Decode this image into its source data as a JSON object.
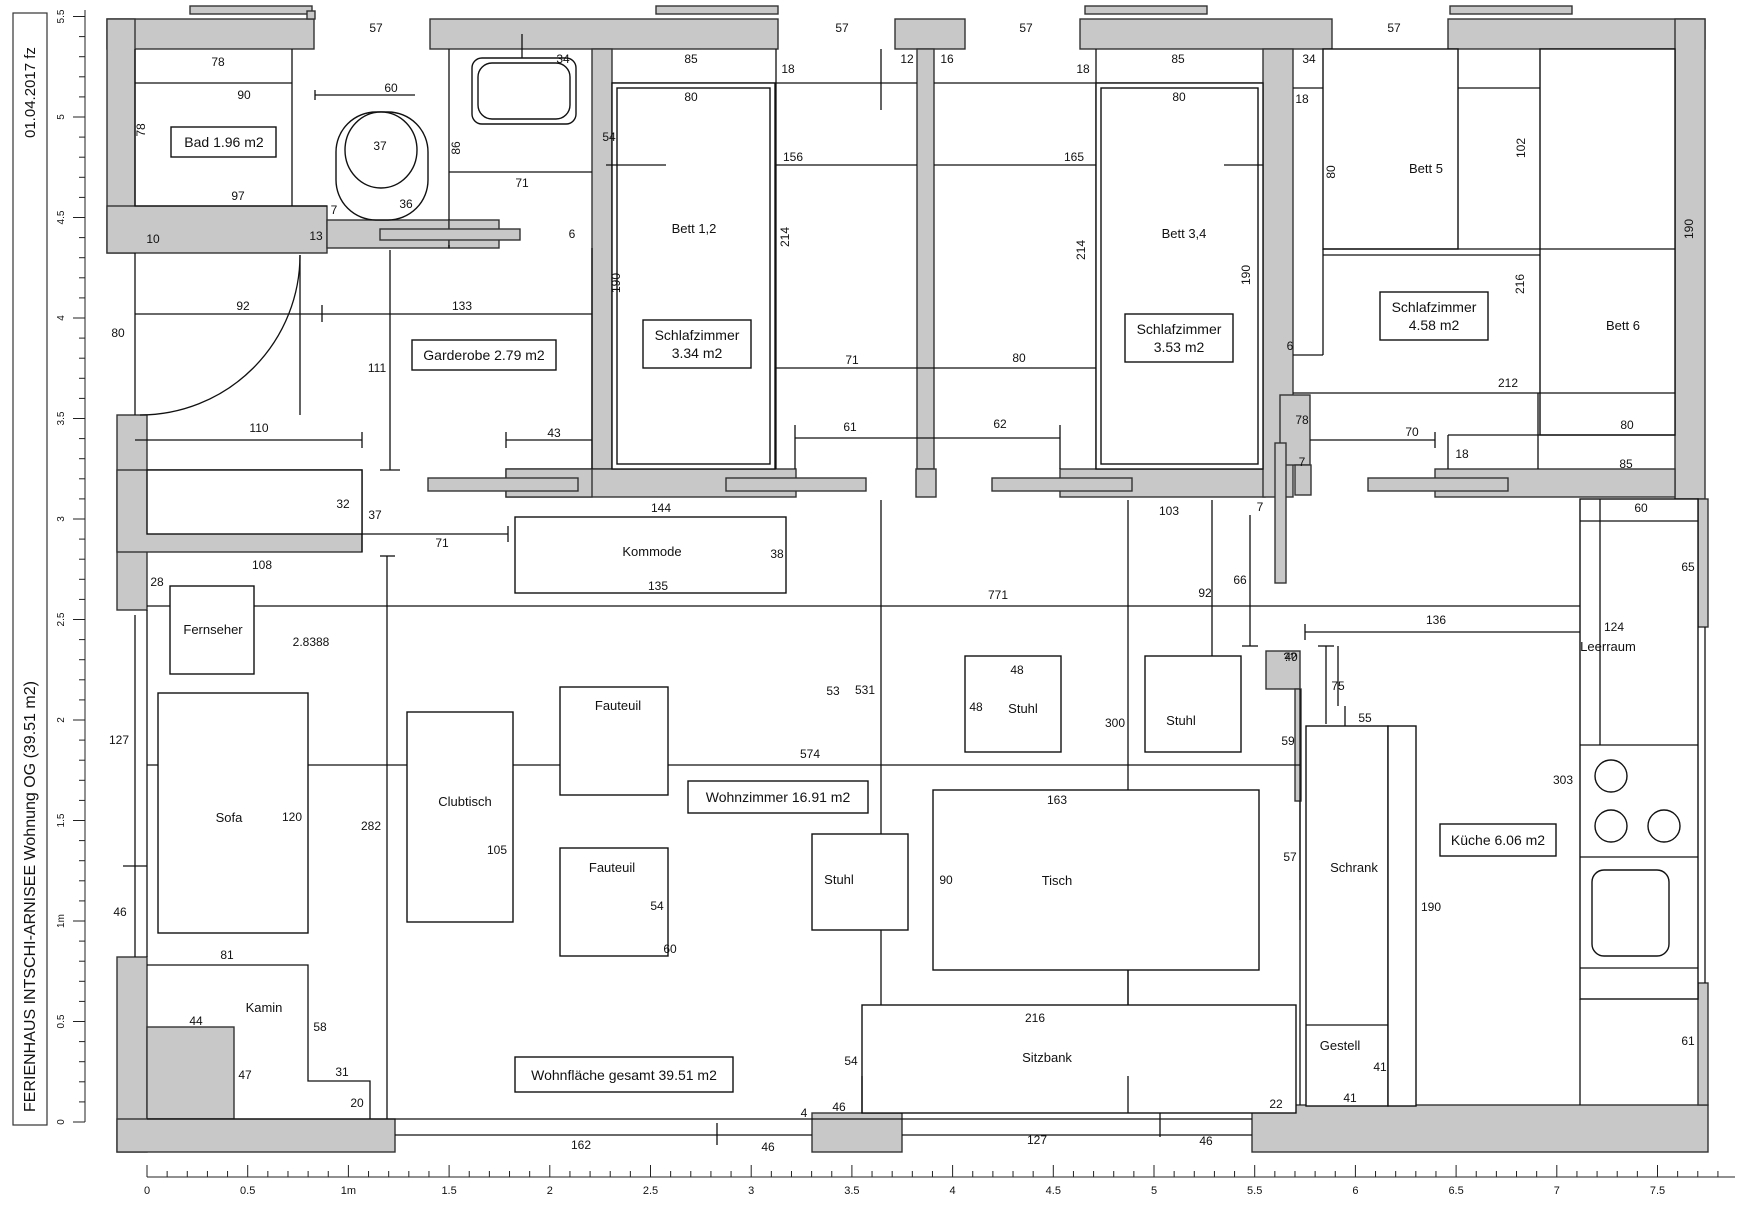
{
  "side_title": "FERIENHAUS INTSCHI-ARNISEE Wohnung OG (39.51 m2)",
  "date_label": "01.04.2017 fz",
  "rooms": {
    "bad": "Bad 1.96 m2",
    "garderobe": "Garderobe 2.79 m2",
    "schlaf1": [
      "Schlafzimmer",
      "3.34 m2"
    ],
    "schlaf2": [
      "Schlafzimmer",
      "3.53 m2"
    ],
    "schlaf3": [
      "Schlafzimmer",
      "4.58 m2"
    ],
    "wohnzimmer": "Wohnzimmer 16.91 m2",
    "kueche": "Küche 6.06 m2",
    "gesamt": "Wohnfläche gesamt 39.51 m2"
  },
  "furniture": {
    "bett12": "Bett 1,2",
    "bett34": "Bett 3,4",
    "bett5": "Bett 5",
    "bett6": "Bett 6",
    "kommode": "Kommode",
    "fernseher": "Fernseher",
    "sofa": "Sofa",
    "clubtisch": "Clubtisch",
    "fauteuil1": "Fauteuil",
    "fauteuil2": "Fauteuil",
    "stuhl1": "Stuhl",
    "stuhl2": "Stuhl",
    "stuhl3": "Stuhl",
    "tisch": "Tisch",
    "sitzbank": "Sitzbank",
    "schrank": "Schrank",
    "gestell": "Gestell",
    "leerraum": "Leerraum",
    "kamin": "Kamin"
  },
  "dimensions": [
    "57",
    "57",
    "57",
    "57",
    "78",
    "90",
    "60",
    "34",
    "85",
    "18",
    "12",
    "16",
    "18",
    "85",
    "34",
    "80",
    "80",
    "18",
    "78",
    "37",
    "54",
    "86",
    "97",
    "7",
    "36",
    "71",
    "156",
    "165",
    "102",
    "80",
    "190",
    "10",
    "13",
    "6",
    "214",
    "214",
    "190",
    "190",
    "216",
    "92",
    "133",
    "80",
    "111",
    "6",
    "71",
    "80",
    "212",
    "110",
    "43",
    "61",
    "62",
    "78",
    "70",
    "80",
    "18",
    "85",
    "7",
    "32",
    "37",
    "144",
    "103",
    "7",
    "60",
    "71",
    "108",
    "38",
    "135",
    "92",
    "66",
    "65",
    "28",
    "771",
    "136",
    "124",
    "2.8388",
    "48",
    "40",
    "75",
    "53",
    "48",
    "531",
    "300",
    "55",
    "127",
    "574",
    "59",
    "303",
    "163",
    "120",
    "282",
    "105",
    "90",
    "57",
    "190",
    "46",
    "54",
    "60",
    "81",
    "216",
    "58",
    "44",
    "47",
    "31",
    "20",
    "54",
    "41",
    "41",
    "4",
    "46",
    "22",
    "61",
    "162",
    "46",
    "127",
    "46",
    "??"
  ],
  "scale_bottom": [
    "0",
    "0.5",
    "1m",
    "1.5",
    "2",
    "2.5",
    "3",
    "3.5",
    "4",
    "4.5",
    "5",
    "5.5",
    "6",
    "6.5",
    "7",
    "7.5"
  ],
  "scale_left": [
    "5.5",
    "5",
    "4.5",
    "4",
    "3.5",
    "3",
    "2.5",
    "2",
    "1.5",
    "1m",
    "0.5",
    "0"
  ]
}
